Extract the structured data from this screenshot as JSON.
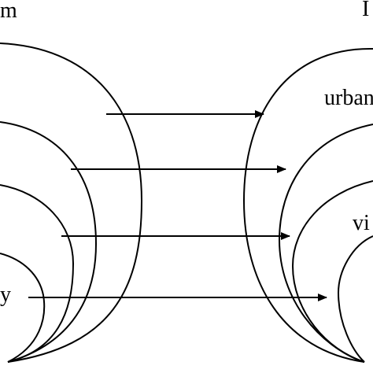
{
  "diagram": {
    "left_heading_fragment": "m",
    "right_heading_fragment": "I",
    "right_labels": {
      "outer": "urban",
      "inner": "vi"
    },
    "left_labels": {
      "inner": "y"
    },
    "colors": {
      "stroke": "#000000",
      "background": "#ffffff"
    }
  }
}
